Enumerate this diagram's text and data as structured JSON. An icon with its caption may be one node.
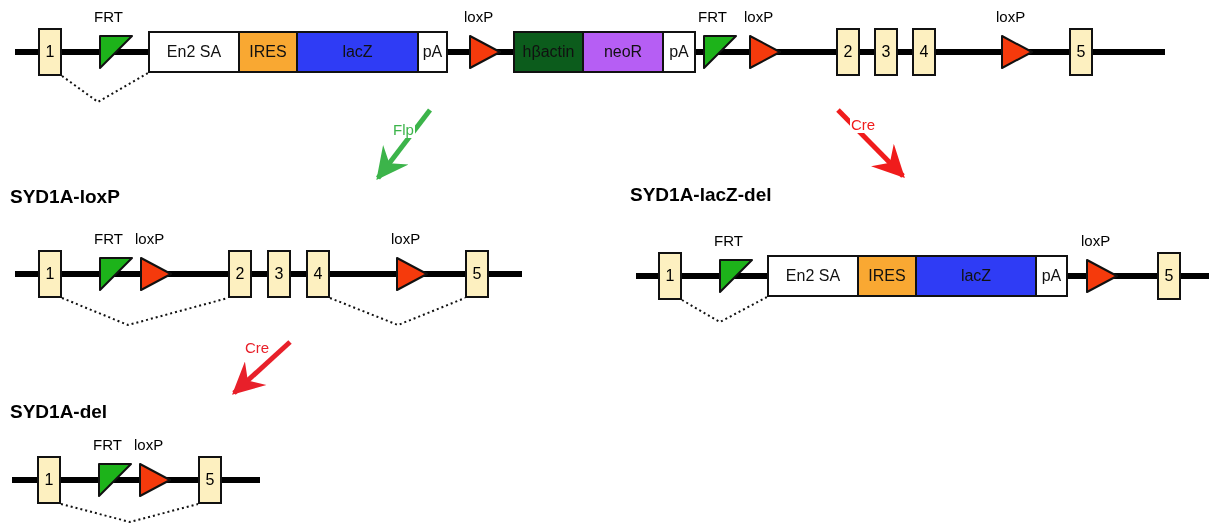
{
  "diagram": {
    "nodes": [
      {
        "text": [],
        "shape": "bar"
      },
      {
        "text": [
          "1"
        ],
        "in": 0
      },
      {
        "text": [
          "FRT"
        ],
        "in": 0
      },
      {
        "text": [
          "En2 SA"
        ],
        "in": 0
      },
      {
        "text": [
          "IRES"
        ],
        "in": 0
      },
      {
        "text": [
          "lacZ"
        ],
        "in": 0
      },
      {
        "text": [
          "pA"
        ],
        "in": 0
      },
      {
        "text": [
          "loxP"
        ],
        "in": 0
      },
      {
        "text": [
          "hβactin"
        ],
        "in": 0
      },
      {
        "text": [
          "neoR"
        ],
        "in": 0
      },
      {
        "text": [
          "pA"
        ],
        "in": 0
      },
      {
        "text": [
          "FRT"
        ],
        "in": 0
      },
      {
        "text": [
          "loxP"
        ],
        "in": 0
      },
      {
        "text": [
          "2"
        ],
        "in": 0
      },
      {
        "text": [
          "3"
        ],
        "in": 0
      },
      {
        "text": [
          "4"
        ],
        "in": 0
      },
      {
        "text": [
          "loxP"
        ],
        "in": 0
      },
      {
        "text": [
          "5"
        ],
        "in": 0
      },
      {
        "text": [
          "SYD1A-loxP"
        ]
      },
      {
        "text": [
          "1"
        ],
        "in": 18
      },
      {
        "text": [
          "FRT"
        ],
        "in": 18
      },
      {
        "text": [
          "loxP"
        ],
        "in": 18
      },
      {
        "text": [
          "2"
        ],
        "in": 18
      },
      {
        "text": [
          "3"
        ],
        "in": 18
      },
      {
        "text": [
          "4"
        ],
        "in": 18
      },
      {
        "text": [
          "loxP"
        ],
        "in": 18
      },
      {
        "text": [
          "5"
        ],
        "in": 18
      },
      {
        "text": [
          "SYD1A-lacZ-del"
        ]
      },
      {
        "text": [
          "1"
        ],
        "in": 27
      },
      {
        "text": [
          "FRT"
        ],
        "in": 27
      },
      {
        "text": [
          "En2 SA"
        ],
        "in": 27
      },
      {
        "text": [
          "IRES"
        ],
        "in": 27
      },
      {
        "text": [
          "lacZ"
        ],
        "in": 27
      },
      {
        "text": [
          "pA"
        ],
        "in": 27
      },
      {
        "text": [
          "loxP"
        ],
        "in": 27
      },
      {
        "text": [
          "5"
        ],
        "in": 27
      },
      {
        "text": [
          "SYD1A-del"
        ]
      },
      {
        "text": [
          "1"
        ],
        "in": 36
      },
      {
        "text": [
          "FRT"
        ],
        "in": 36
      },
      {
        "text": [
          "loxP"
        ],
        "in": 36
      },
      {
        "text": [
          "5"
        ],
        "in": 36
      }
    ],
    "edges": [
      {
        "from": 1,
        "to": 3,
        "arrow": "none",
        "style": "dashed"
      },
      {
        "from": 19,
        "to": 22,
        "arrow": "none",
        "style": "dashed"
      },
      {
        "from": 24,
        "to": 26,
        "arrow": "none",
        "style": "dashed"
      },
      {
        "from": 28,
        "to": 30,
        "arrow": "none",
        "style": "dashed"
      },
      {
        "from": 37,
        "to": 40,
        "arrow": "none",
        "style": "dashed"
      },
      {
        "from": 0,
        "to": 18,
        "arrow": "to",
        "label": "Flp",
        "style": "thick",
        "color": "#3cb44a"
      },
      {
        "from": 0,
        "to": 27,
        "arrow": "to",
        "label": "Cre",
        "style": "thick",
        "color": "#f01c1c"
      },
      {
        "from": 18,
        "to": 36,
        "arrow": "to",
        "label": "Cre",
        "style": "thick",
        "color": "#e8202a"
      }
    ]
  }
}
